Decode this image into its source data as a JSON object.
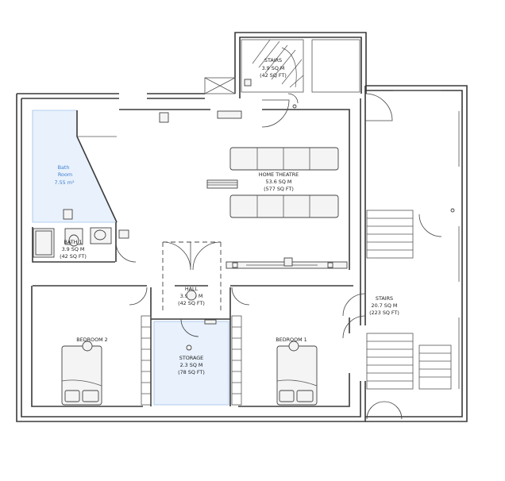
{
  "colors": {
    "highlight_fill": "#e8f1fc",
    "highlight_stroke": "#9fc3ea",
    "highlight_text": "#3f7fd0",
    "wall": "#3a3a3a"
  },
  "rooms": {
    "stairs_top": {
      "name": "STAIRS",
      "area_m": "3.9 SQ M",
      "area_ft": "(42 SQ FT)"
    },
    "bath_room": {
      "name": "Bath",
      "name2": "Room",
      "area": "7.55 m²"
    },
    "home_theatre": {
      "name": "HOME THEATRE",
      "area_m": "53.6 SQ M",
      "area_ft": "(577 SQ FT)"
    },
    "bath1": {
      "name": "BATH 1",
      "area_m": "3.9 SQ M",
      "area_ft": "(42 SQ FT)"
    },
    "hall": {
      "name": "HALL",
      "area_m": "3.9 SQ M",
      "area_ft": "(42 SQ FT)"
    },
    "stairs_right": {
      "name": "STAIRS",
      "area_m": "20.7 SQ M",
      "area_ft": "(223 SQ FT)"
    },
    "bedroom2": {
      "name": "BEDROOM 2",
      "area_m": "",
      "area_ft": ""
    },
    "storage": {
      "name": "STORAGE",
      "area_m": "2.3 SQ M",
      "area_ft": "(78 SQ FT)"
    },
    "bedroom1": {
      "name": "BEDROOM 1",
      "area_m": "",
      "area_ft": ""
    }
  }
}
